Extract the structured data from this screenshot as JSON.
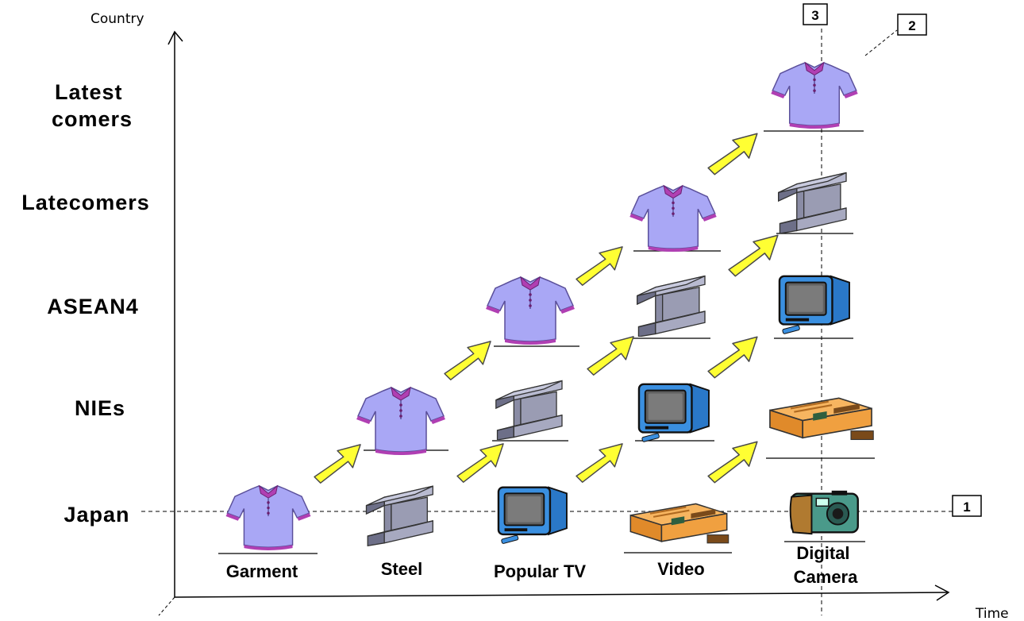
{
  "axes": {
    "y_label": "Country",
    "x_label": "Time"
  },
  "countries": [
    {
      "lines": [
        "Latest",
        "comers"
      ]
    },
    {
      "lines": [
        "Latecomers"
      ]
    },
    {
      "lines": [
        "ASEAN4"
      ]
    },
    {
      "lines": [
        "NIEs"
      ]
    },
    {
      "lines": [
        "Japan"
      ]
    }
  ],
  "products": [
    {
      "lines": [
        "Garment"
      ],
      "icon": "shirt-icon"
    },
    {
      "lines": [
        "Steel"
      ],
      "icon": "steel-beam-icon"
    },
    {
      "lines": [
        "Popular TV"
      ],
      "icon": "tv-icon"
    },
    {
      "lines": [
        "Video"
      ],
      "icon": "video-recorder-icon"
    },
    {
      "lines": [
        "Digital",
        "Camera"
      ],
      "icon": "digital-camera-icon"
    }
  ],
  "markers": [
    "1",
    "2",
    "3"
  ],
  "grid": [
    {
      "row": "NIEs",
      "items": [
        "shirt-icon",
        "steel-beam-icon",
        "tv-icon",
        "video-recorder-icon"
      ]
    },
    {
      "row": "ASEAN4",
      "items": [
        "shirt-icon",
        "steel-beam-icon",
        "tv-icon"
      ]
    },
    {
      "row": "Latecomers",
      "items": [
        "shirt-icon",
        "steel-beam-icon"
      ]
    },
    {
      "row": "Latest comers",
      "items": [
        "shirt-icon"
      ]
    }
  ],
  "colors": {
    "arrow": "#ffff33",
    "shirt": "#a9a7f5",
    "shirt_trim": "#b03fb3",
    "steel": "#9a9cb3",
    "tv_frame": "#3a8fe0",
    "video": "#f0a040",
    "camera": "#4a9a8a"
  }
}
